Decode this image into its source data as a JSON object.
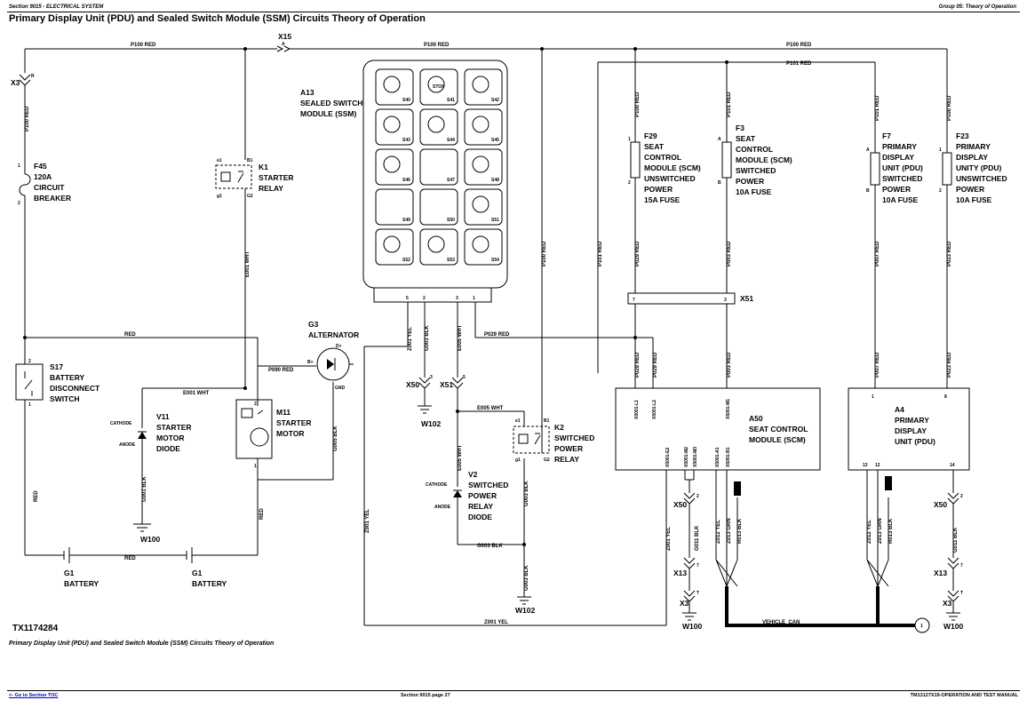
{
  "header": {
    "left": "Section 9015 - ELECTRICAL SYSTEM",
    "right": "Group 05: Theory of Operation"
  },
  "title": "Primary Display Unit (PDU) and Sealed Switch Module (SSM) Circuits Theory of Operation",
  "figure_id": "TX1174284",
  "caption": "Primary Display Unit (PDU) and Sealed Switch Module (SSM) Circuits Theory of Operation",
  "footer": {
    "link": "<- Go to Section TOC",
    "center": "Section 9015 page 27",
    "right": "TM13127X19-OPERATION AND TEST MANUAL"
  },
  "wires": {
    "p100_red": "P100 RED",
    "p101_red": "P101 RED",
    "e001_wht": "E001 WHT",
    "e005_wht": "E005 WHT",
    "p090_red": "P090 RED",
    "g005_blk": "G005 BLK",
    "g001_blk": "G001 BLK",
    "g003_blk": "G003 BLK",
    "g011_blk": "G011 BLK",
    "z001_yel": "Z001 YEL",
    "z012_yel": "Z012 YEL",
    "z013_grn": "Z013 GRN",
    "r013_blk": "R013 BLK",
    "p029_red": "P029 RED",
    "p003_red": "P003 RED",
    "p007_red": "P007 RED",
    "p023_red": "P023 RED",
    "red": "RED",
    "vehicle_can": "VEHICLE_CAN"
  },
  "connectors": {
    "x15": "X15",
    "x3": "X3",
    "x50": "X50",
    "x51": "X51",
    "x13": "X13"
  },
  "components": {
    "f45": [
      "F45",
      "120A",
      "CIRCUIT",
      "BREAKER"
    ],
    "k1": [
      "K1",
      "STARTER",
      "RELAY"
    ],
    "s17": [
      "S17",
      "BATTERY",
      "DISCONNECT",
      "SWITCH"
    ],
    "v11": [
      "V11",
      "STARTER",
      "MOTOR",
      "DIODE"
    ],
    "m11": [
      "M11",
      "STARTER",
      "MOTOR"
    ],
    "g3": [
      "G3",
      "ALTERNATOR"
    ],
    "a13": [
      "A13",
      "SEALED SWITCH",
      "MODULE (SSM)"
    ],
    "k2": [
      "K2",
      "SWITCHED",
      "POWER",
      "RELAY"
    ],
    "v2": [
      "V2",
      "SWITCHED",
      "POWER",
      "RELAY",
      "DIODE"
    ],
    "g1": [
      "G1",
      "BATTERY"
    ],
    "w100": "W100",
    "w102": "W102",
    "f29": [
      "F29",
      "SEAT",
      "CONTROL",
      "MODULE (SCM)",
      "UNSWITCHED",
      "POWER",
      "15A FUSE"
    ],
    "f3": [
      "F3",
      "SEAT",
      "CONTROL",
      "MODULE (SCM)",
      "SWITCHED",
      "POWER",
      "10A FUSE"
    ],
    "f7": [
      "F7",
      "PRIMARY",
      "DISPLAY",
      "UNIT (PDU)",
      "SWITCHED",
      "POWER",
      "10A FUSE"
    ],
    "f23": [
      "F23",
      "PRIMARY",
      "DISPLAY",
      "UNITY (PDU)",
      "UNSWITCHED",
      "POWER",
      "10A FUSE"
    ],
    "a50": [
      "A50",
      "SEAT CONTROL",
      "MODULE (SCM)"
    ],
    "a4": [
      "A4",
      "PRIMARY",
      "DISPLAY",
      "UNIT (PDU)"
    ],
    "cathode": "CATHODE",
    "anode": "ANODE",
    "gnd": "GND",
    "b_plus": "B+",
    "d_plus": "D+"
  },
  "ssm_switches": [
    "S40",
    "S41",
    "S42",
    "S43",
    "S44",
    "S45",
    "S46",
    "S47",
    "S48",
    "S49",
    "S50",
    "S51",
    "S52",
    "S53",
    "S54"
  ],
  "ssm_stop": "STOP",
  "ssm_pins": [
    "5",
    "2",
    "3",
    "1"
  ],
  "a50_pins": [
    "X5001-L1",
    "X5001-L2",
    "X5001-M1",
    "X5001-E2",
    "X5001-M2",
    "X5001-M3",
    "X5001-A1",
    "X5001-B1"
  ],
  "x51_pins": [
    "7",
    "3"
  ],
  "a4_pins": [
    "1",
    "8",
    "13",
    "12",
    "14"
  ],
  "can_node": "1"
}
